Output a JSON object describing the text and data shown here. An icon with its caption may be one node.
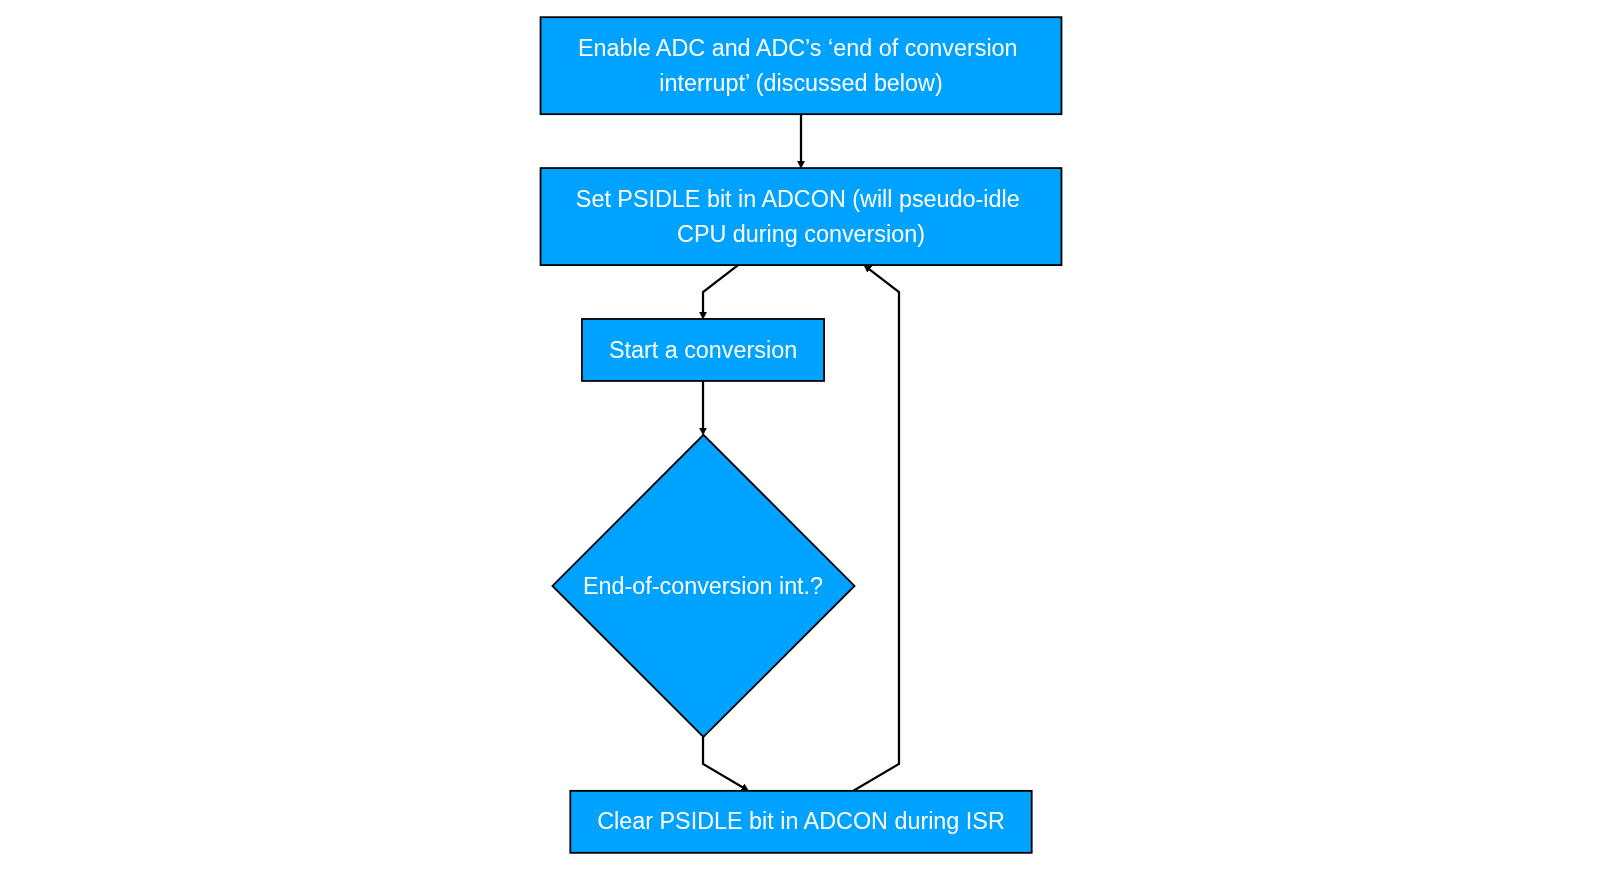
{
  "diagram": {
    "nodes": [
      {
        "text": [
          "Enable ADC and ADC’s ‘end of conversion interrupt’ (discussed below)"
        ]
      },
      {
        "text": [
          "Set PSIDLE bit in ADCON (will pseudo-idle CPU during conversion)"
        ]
      },
      {
        "text": [
          "Start a conversion"
        ]
      },
      {
        "text": [
          "End-of-conversion int.?"
        ]
      },
      {
        "text": [
          "Clear PSIDLE bit in ADCON during ISR"
        ]
      }
    ],
    "edges": [
      {
        "from": 0,
        "to": 1,
        "arrow": "to"
      },
      {
        "from": 1,
        "to": 2,
        "arrow": "to"
      },
      {
        "from": 2,
        "to": 3,
        "arrow": "to"
      },
      {
        "from": 3,
        "to": 4,
        "arrow": "to"
      },
      {
        "from": 4,
        "to": 1,
        "arrow": "to"
      }
    ]
  }
}
